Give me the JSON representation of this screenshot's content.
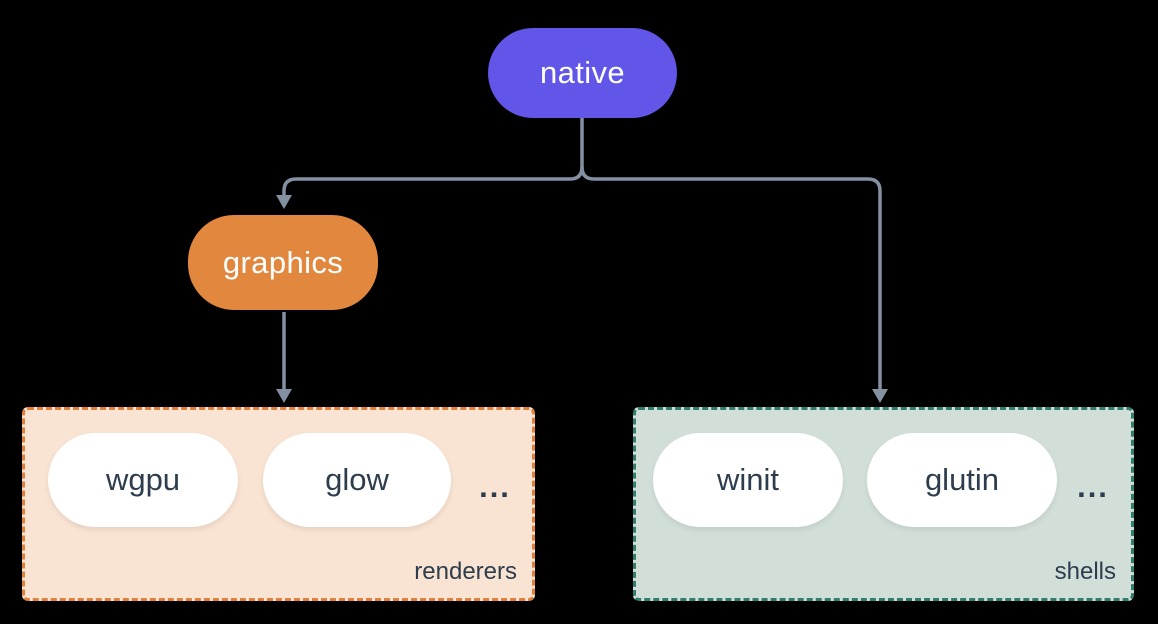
{
  "canvas": {
    "background": "#000000"
  },
  "palette": {
    "edge_color": "#8290A2",
    "dark_text_color": "#2E3D4D",
    "white": "#FFFFFF"
  },
  "nodes": {
    "native": {
      "label": "native",
      "color": "#6156E8",
      "text_color": "#FFFFFF"
    },
    "graphics": {
      "label": "graphics",
      "color": "#E2873E",
      "text_color": "#FFFFFF"
    }
  },
  "groups": {
    "renderers": {
      "label": "renderers",
      "fill": "#F9E3D2",
      "border_color": "#DF813B",
      "items": [
        {
          "label": "wgpu"
        },
        {
          "label": "glow"
        }
      ],
      "ellipsis": "..."
    },
    "shells": {
      "label": "shells",
      "fill": "#D2DFD9",
      "border_color": "#2F7E6E",
      "items": [
        {
          "label": "winit"
        },
        {
          "label": "glutin"
        }
      ],
      "ellipsis": "..."
    }
  },
  "edges": [
    {
      "from": "native",
      "to": "graphics"
    },
    {
      "from": "native",
      "to": "shells"
    },
    {
      "from": "graphics",
      "to": "renderers"
    }
  ]
}
